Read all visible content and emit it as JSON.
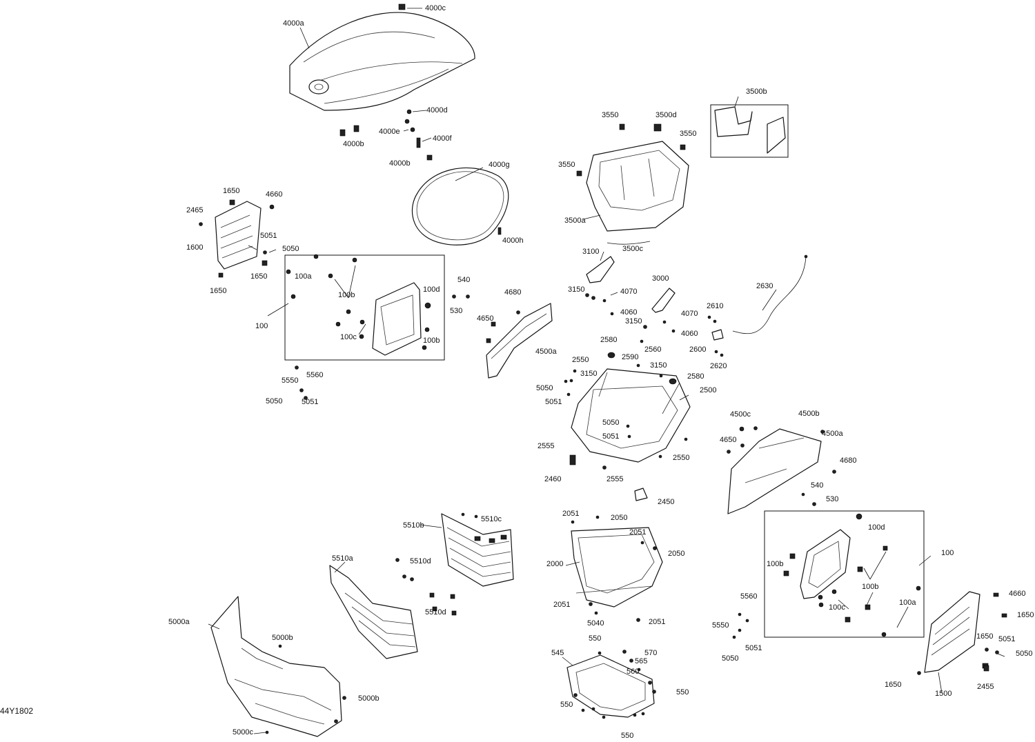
{
  "figure_id": "44Y1802",
  "callouts": {
    "c4000c": "4000c",
    "c4000a": "4000a",
    "c4000d": "4000d",
    "c4000e": "4000e",
    "c4000b1": "4000b",
    "c4000f": "4000f",
    "c4000b2": "4000b",
    "c4000g": "4000g",
    "c4000h": "4000h",
    "c3500b": "3500b",
    "c3550a": "3550",
    "c3500d": "3500d",
    "c3550b": "3550",
    "c3550c": "3550",
    "c3500a": "3500a",
    "c3500c": "3500c",
    "c1650a": "1650",
    "c4660a": "4660",
    "c2465": "2465",
    "c1600": "1600",
    "c5051a": "5051",
    "c5050a": "5050",
    "c1650b": "1650",
    "c1650c": "1650",
    "c100a1": "100a",
    "c100b1": "100b",
    "c100d1": "100d",
    "c100c1": "100c",
    "c100b2": "100b",
    "c100L": "100",
    "c540a": "540",
    "c530a": "530",
    "c4680a": "4680",
    "c4650a": "4650",
    "c4500a1": "4500a",
    "c3100": "3100",
    "c3150a": "3150",
    "c4070a": "4070",
    "c4060a": "4060",
    "c3000": "3000",
    "c3150b": "3150",
    "c4070b": "4070",
    "c4060b": "4060",
    "c2630": "2630",
    "c2610": "2610",
    "c2600": "2600",
    "c2620": "2620",
    "c2580a": "2580",
    "c2560": "2560",
    "c2590": "2590",
    "c2550a": "2550",
    "c3150c": "3150",
    "c3150d": "3150",
    "c2580b": "2580",
    "c5050b": "5050",
    "c5051b": "5051",
    "c2500": "2500",
    "c5050c": "5050",
    "c5051c": "5051",
    "c2555a": "2555",
    "c2550b": "2550",
    "c2460": "2460",
    "c2555b": "2555",
    "c2450": "2450",
    "c5560a": "5560",
    "c5550a": "5550",
    "c5050d": "5050",
    "c5051d": "5051",
    "c4500c": "4500c",
    "c4500b": "4500b",
    "c4500a2": "4500a",
    "c4650b": "4650",
    "c4680b": "4680",
    "c540b": "540",
    "c530b": "530",
    "c2051a": "2051",
    "c2050a": "2050",
    "c2051b": "2051",
    "c2050b": "2050",
    "c2000": "2000",
    "c2051c": "2051",
    "c5040": "5040",
    "c2051d": "2051",
    "c5510b": "5510b",
    "c5510c": "5510c",
    "c5510a": "5510a",
    "c5510d1": "5510d",
    "c5510d2": "5510d",
    "c5000a": "5000a",
    "c5000b1": "5000b",
    "c5000b2": "5000b",
    "c5000c": "5000c",
    "c550a": "550",
    "c570": "570",
    "c545": "545",
    "c565": "565",
    "c560": "560",
    "c550b": "550",
    "c550c": "550",
    "c550d": "550",
    "c100d2": "100d",
    "c100R": "100",
    "c100b3": "100b",
    "c100b4": "100b",
    "c100c2": "100c",
    "c100a2": "100a",
    "c5560b": "5560",
    "c5550b": "5550",
    "c5051e": "5051",
    "c5050e": "5050",
    "c4660b": "4660",
    "c1650d": "1650",
    "c1650e": "1650",
    "c5051f": "5051",
    "c5050f": "5050",
    "c1650f": "1650",
    "c1500": "1500",
    "c2455": "2455"
  }
}
